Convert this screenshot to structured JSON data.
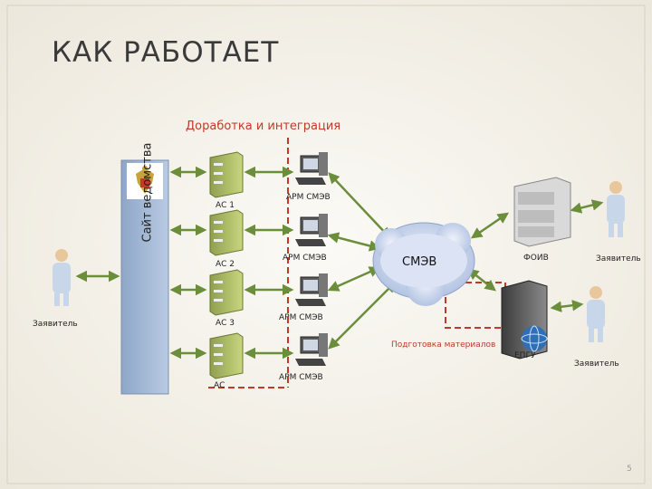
{
  "title": "КАК РАБОТАЕТ",
  "integration_label": "Доработка и интеграция",
  "site_label": "Сайт ведомства",
  "cloud_label": "СМЭВ",
  "prep_label": "Подготовка материалов",
  "foiv_label": "ФОИВ",
  "epgu_label": "ЕПГУ",
  "applicants": {
    "left": "Заявитель",
    "right_top": "Заявитель",
    "right_bottom": "Заявитель"
  },
  "servers": [
    "АС 1",
    "АС 2",
    "АС 3",
    "АС"
  ],
  "workstations": [
    "АРМ СМЭВ",
    "АРМ СМЭВ",
    "АРМ СМЭВ",
    "АРМ СМЭВ"
  ],
  "page_number": "5",
  "colors": {
    "accent_red": "#c0392b",
    "site_panel": "#9fb6d3",
    "cloud": "#c9d6ee",
    "server": "#b5c46d",
    "arrow": "#6b8e3a"
  },
  "icons": [
    "coat-of-arms-icon",
    "server-icon",
    "workstation-icon",
    "person-icon",
    "globe-icon",
    "cabinet-server-icon"
  ]
}
